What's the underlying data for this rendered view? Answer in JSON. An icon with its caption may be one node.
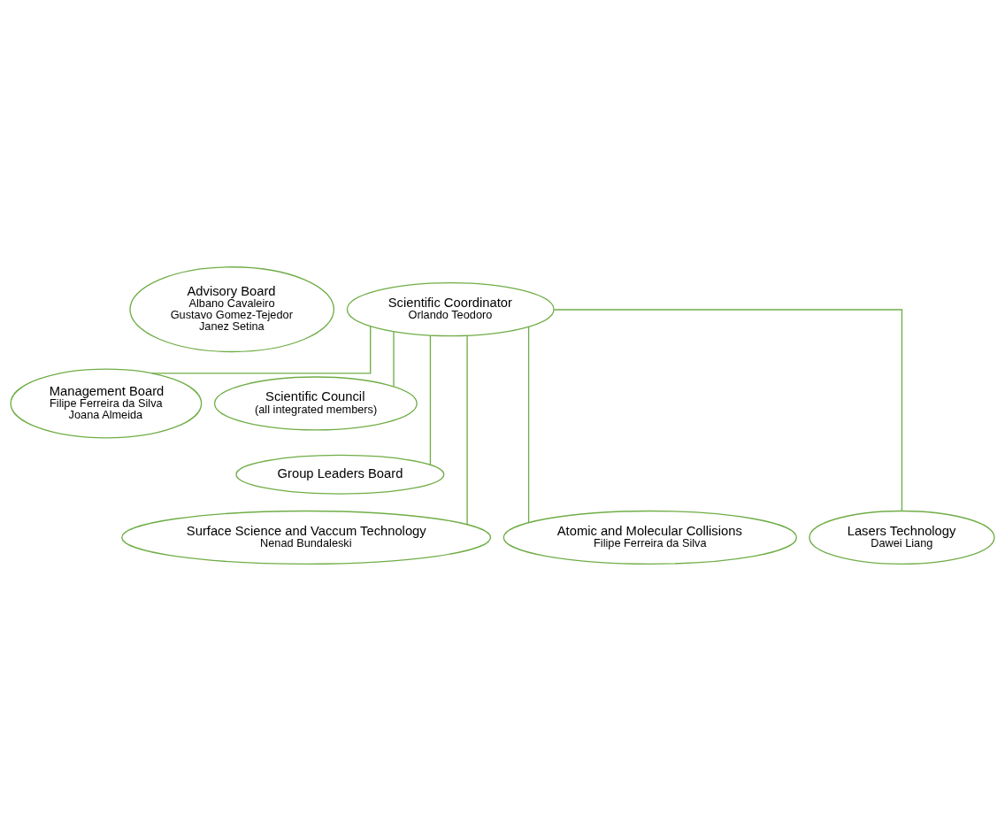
{
  "diagram": {
    "nodes": [
      {
        "text": [
          "Advisory Board",
          "Albano Cavaleiro",
          "Gustavo Gomez-Tejedor",
          "Janez Setina"
        ]
      },
      {
        "text": [
          "Scientific Coordinator",
          "Orlando Teodoro"
        ]
      },
      {
        "text": [
          "Management Board",
          "Filipe Ferreira da Silva",
          "Joana Almeida"
        ]
      },
      {
        "text": [
          "Scientific Council",
          "(all integrated members)"
        ]
      },
      {
        "text": [
          "Group Leaders Board"
        ]
      },
      {
        "text": [
          "Surface Science and Vaccum Technology",
          "Nenad Bundaleski"
        ]
      },
      {
        "text": [
          "Atomic and Molecular Collisions",
          "Filipe Ferreira da Silva"
        ]
      },
      {
        "text": [
          "Lasers Technology",
          "Dawei Liang"
        ]
      }
    ],
    "edges": [
      {
        "from": 1,
        "to": 2,
        "arrow": "none"
      },
      {
        "from": 1,
        "to": 3,
        "arrow": "none"
      },
      {
        "from": 1,
        "to": 4,
        "arrow": "none"
      },
      {
        "from": 1,
        "to": 5,
        "arrow": "none"
      },
      {
        "from": 1,
        "to": 6,
        "arrow": "none"
      },
      {
        "from": 1,
        "to": 7,
        "arrow": "none"
      }
    ]
  }
}
